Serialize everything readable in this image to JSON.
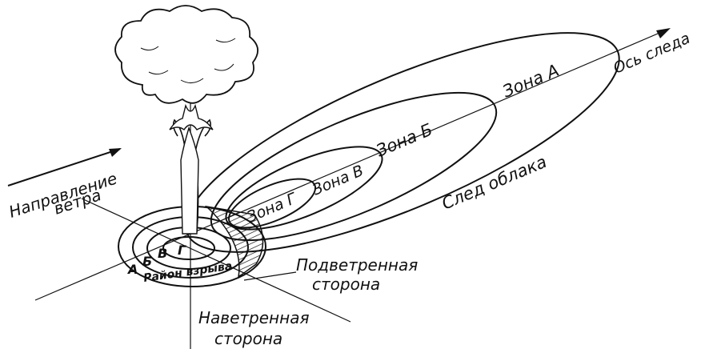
{
  "labels": {
    "axis": "Ось следа",
    "zone_a": "Зона А",
    "zone_b": "Зона Б",
    "zone_v": "Зона В",
    "zone_g": "Зона Г",
    "trail": "След облака",
    "wind_line1": "Направление",
    "wind_line2": "ветра",
    "leeward_line1": "Подветренная",
    "leeward_line2": "сторона",
    "windward_line1": "Наветренная",
    "windward_line2": "сторона",
    "explosion_area": "Район взрыва",
    "ring_a": "А",
    "ring_b": "Б",
    "ring_v": "В",
    "ring_g": "Г"
  }
}
